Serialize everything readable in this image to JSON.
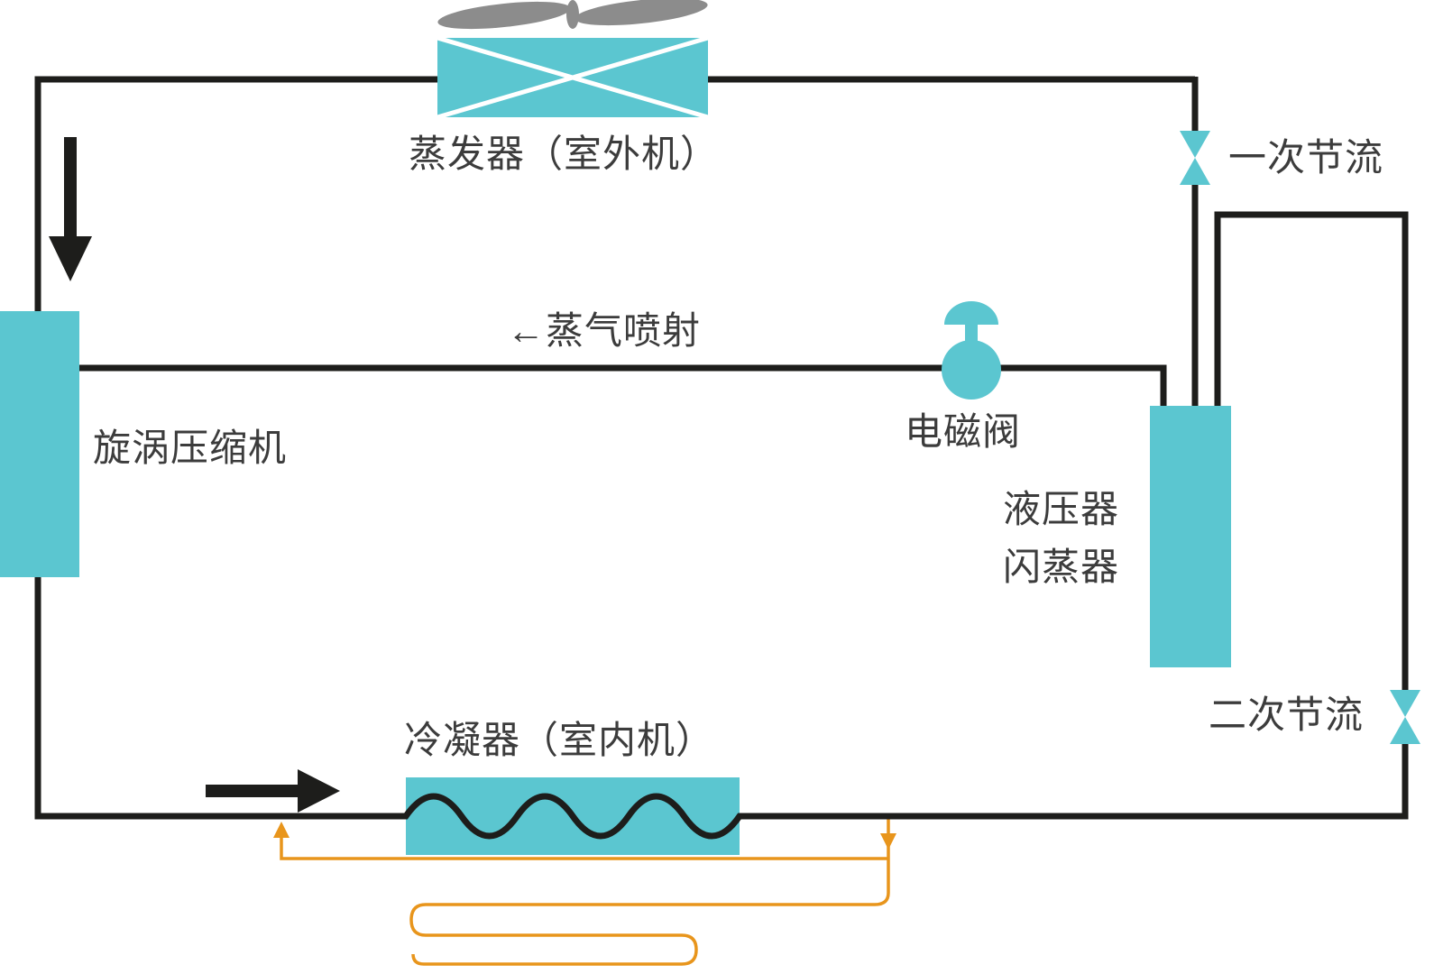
{
  "diagram": {
    "labels": {
      "evaporator": "蒸发器（室外机）",
      "compressor": "旋涡压缩机",
      "vapor_injection": "←蒸气喷射",
      "solenoid_valve": "电磁阀",
      "flash_tank_line1": "液压器",
      "flash_tank_line2": "闪蒸器",
      "primary_throttle": "一次节流",
      "secondary_throttle": "二次节流",
      "condenser": "冷凝器（室内机）"
    },
    "colors": {
      "component": "#5bc6d0",
      "pipe": "#1d1d1b",
      "water-circuit": "#e8951c",
      "fan": "#8c8c8c",
      "text": "#3c3c3c",
      "background": "#ffffff"
    }
  }
}
